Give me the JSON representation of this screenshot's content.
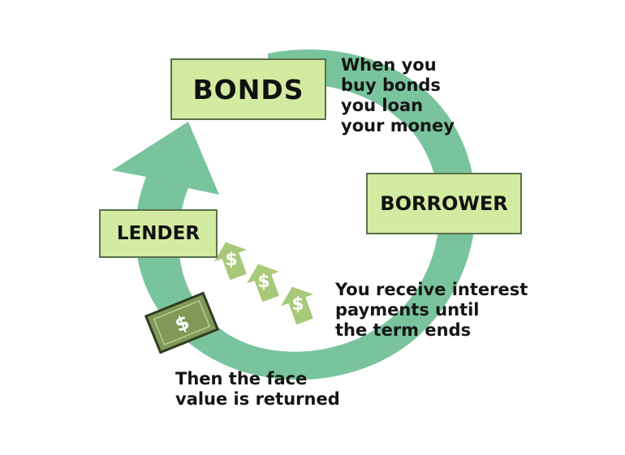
{
  "colors": {
    "cycle_arrow": "#79c49c",
    "box_fill": "#d2eba0",
    "box_border": "#59704a",
    "coin_arrow": "#a8c87a",
    "bill_fill": "#7f9a58"
  },
  "nodes": {
    "bonds": "BONDS",
    "borrower": "BORROWER",
    "lender": "LENDER"
  },
  "annotations": {
    "loan": "When you\nbuy bonds\nyou loan\nyour money",
    "interest": "You receive interest\npayments until\nthe term ends",
    "face_value": "Then the face\nvalue is returned"
  },
  "symbols": {
    "coin": "$",
    "bill": "$"
  },
  "icons": [
    "dollar-arrow-icon",
    "dollar-bill-icon"
  ]
}
